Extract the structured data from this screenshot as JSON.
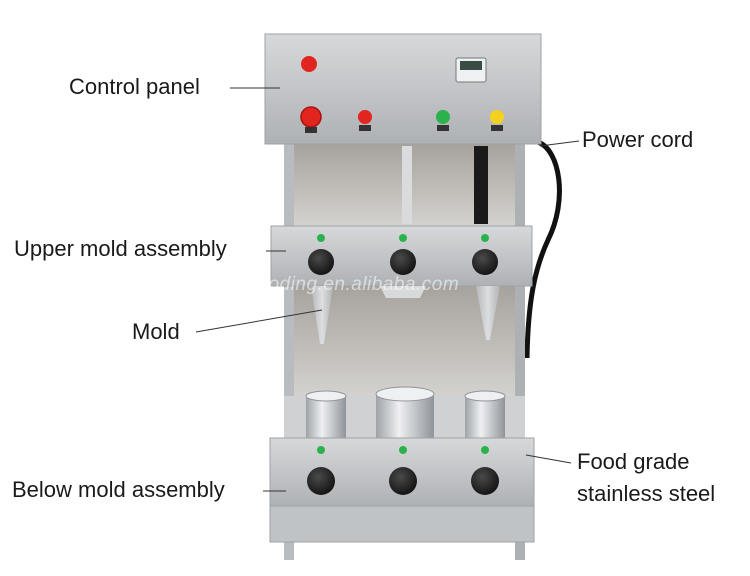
{
  "labels": {
    "control_panel": "Control panel",
    "power_cord": "Power cord",
    "upper_mold_assembly": "Upper mold assembly",
    "mold": "Mold",
    "below_mold_assembly": "Below mold assembly",
    "food_grade_line1": "Food grade",
    "food_grade_line2": "stainless steel"
  },
  "watermark": "jztaoding.en.alibaba.com",
  "colors": {
    "steel": "#c7c9cb",
    "steel_dark": "#9a9c9f",
    "red": "#e0261f",
    "green": "#2bb24c",
    "yellow": "#f2d21e",
    "knob": "#1c1c1c"
  }
}
